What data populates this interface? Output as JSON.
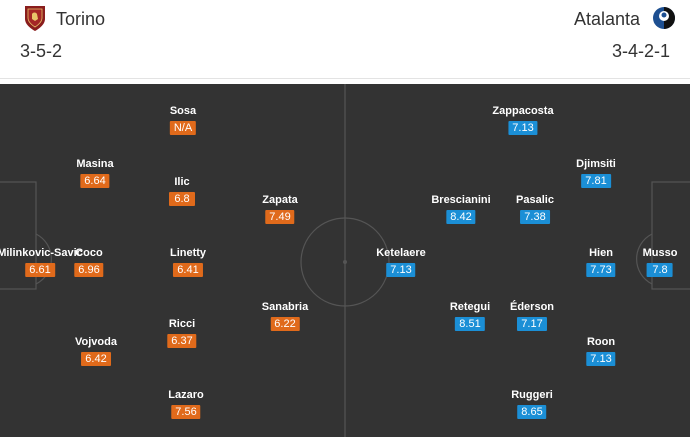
{
  "home": {
    "name": "Torino",
    "formation": "3-5-2",
    "logo_icon": "torino-crest-icon",
    "rating_color": "#e06a1b",
    "players": [
      {
        "name": "Milinkovic-Savic",
        "rating": "6.61"
      },
      {
        "name": "Masina",
        "rating": "6.64"
      },
      {
        "name": "Coco",
        "rating": "6.96"
      },
      {
        "name": "Vojvoda",
        "rating": "6.42"
      },
      {
        "name": "Sosa",
        "rating": "N/A"
      },
      {
        "name": "Ilic",
        "rating": "6.8"
      },
      {
        "name": "Linetty",
        "rating": "6.41"
      },
      {
        "name": "Ricci",
        "rating": "6.37"
      },
      {
        "name": "Lazaro",
        "rating": "7.56"
      },
      {
        "name": "Zapata",
        "rating": "7.49"
      },
      {
        "name": "Sanabria",
        "rating": "6.22"
      }
    ]
  },
  "away": {
    "name": "Atalanta",
    "formation": "3-4-2-1",
    "logo_icon": "atalanta-crest-icon",
    "rating_color": "#1b8fd6",
    "players": [
      {
        "name": "Musso",
        "rating": "7.8"
      },
      {
        "name": "Djimsiti",
        "rating": "7.81"
      },
      {
        "name": "Hien",
        "rating": "7.73"
      },
      {
        "name": "Roon",
        "rating": "7.13"
      },
      {
        "name": "Zappacosta",
        "rating": "7.13"
      },
      {
        "name": "Pasalic",
        "rating": "7.38"
      },
      {
        "name": "Éderson",
        "rating": "7.17"
      },
      {
        "name": "Ruggeri",
        "rating": "8.65"
      },
      {
        "name": "Brescianini",
        "rating": "8.42"
      },
      {
        "name": "Retegui",
        "rating": "8.51"
      },
      {
        "name": "Ketelaere",
        "rating": "7.13"
      }
    ]
  },
  "pitch": {
    "background": "#333333",
    "line_color": "#5a5a5a"
  }
}
